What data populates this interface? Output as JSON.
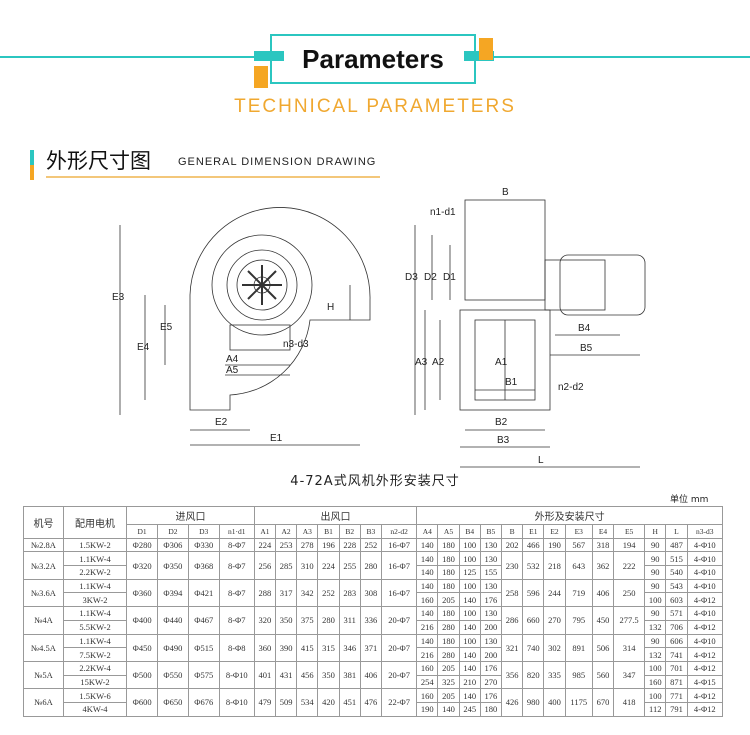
{
  "header": {
    "title": "Parameters",
    "subtitle": "TECHNICAL PARAMETERS"
  },
  "section": {
    "title_cn": "外形尺寸图",
    "title_en": "GENERAL DIMENSION DRAWING"
  },
  "drawing": {
    "left_labels": {
      "E3": "E3",
      "E4": "E4",
      "E5": "E5",
      "H": "H",
      "A4": "A4",
      "A5": "A5",
      "n3d3": "n3-d3",
      "E2": "E2",
      "E1": "E1"
    },
    "right_labels": {
      "B": "B",
      "n1d1": "n1-d1",
      "D3": "D3",
      "D2": "D2",
      "D1": "D1",
      "A3": "A3",
      "A2": "A2",
      "A1": "A1",
      "B1": "B1",
      "B2": "B2",
      "B3": "B3",
      "B4": "B4",
      "B5": "B5",
      "n2d2": "n2-d2",
      "L": "L"
    },
    "caption": "4-72A式风机外形安装尺寸"
  },
  "table": {
    "unit": "单位 mm",
    "groups": {
      "model": "机号",
      "motor": "配用电机",
      "inlet": "进风口",
      "outlet": "出风口",
      "overall": "外形及安装尺寸"
    },
    "columns": [
      "D1",
      "D2",
      "D3",
      "n1·d1",
      "A1",
      "A2",
      "A3",
      "B1",
      "B2",
      "B3",
      "n2-d2",
      "A4",
      "A5",
      "B4",
      "B5",
      "B",
      "E1",
      "E2",
      "E3",
      "E4",
      "E5",
      "H",
      "L",
      "n3-d3"
    ],
    "models": [
      {
        "model": "№2.8A",
        "shared": [
          "Φ280",
          "Φ306",
          "Φ330",
          "8-Φ7",
          "224",
          "253",
          "278",
          "196",
          "228",
          "252",
          "16-Φ7"
        ],
        "shared2": [
          "202",
          "466",
          "190",
          "567",
          "318",
          "194"
        ],
        "motors": [
          {
            "motor": "1.5KW-2",
            "a": [
              "140",
              "180",
              "100",
              "130"
            ],
            "b": [
              "90",
              "487",
              "4-Φ10"
            ]
          }
        ]
      },
      {
        "model": "№3.2A",
        "shared": [
          "Φ320",
          "Φ350",
          "Φ368",
          "8-Φ7",
          "256",
          "285",
          "310",
          "224",
          "255",
          "280",
          "16-Φ7"
        ],
        "shared2": [
          "230",
          "532",
          "218",
          "643",
          "362",
          "222"
        ],
        "motors": [
          {
            "motor": "1.1KW-4",
            "a": [
              "140",
              "180",
              "100",
              "130"
            ],
            "b": [
              "90",
              "515",
              "4-Φ10"
            ]
          },
          {
            "motor": "2.2KW-2",
            "a": [
              "140",
              "180",
              "125",
              "155"
            ],
            "b": [
              "90",
              "540",
              "4-Φ10"
            ]
          }
        ]
      },
      {
        "model": "№3.6A",
        "shared": [
          "Φ360",
          "Φ394",
          "Φ421",
          "8-Φ7",
          "288",
          "317",
          "342",
          "252",
          "283",
          "308",
          "16-Φ7"
        ],
        "shared2": [
          "258",
          "596",
          "244",
          "719",
          "406",
          "250"
        ],
        "motors": [
          {
            "motor": "1.1KW-4",
            "a": [
              "140",
              "180",
              "100",
              "130"
            ],
            "b": [
              "90",
              "543",
              "4-Φ10"
            ]
          },
          {
            "motor": "3KW-2",
            "a": [
              "160",
              "205",
              "140",
              "176"
            ],
            "b": [
              "100",
              "603",
              "4-Φ12"
            ]
          }
        ]
      },
      {
        "model": "№4A",
        "shared": [
          "Φ400",
          "Φ440",
          "Φ467",
          "8-Φ7",
          "320",
          "350",
          "375",
          "280",
          "311",
          "336",
          "20-Φ7"
        ],
        "shared2": [
          "286",
          "660",
          "270",
          "795",
          "450",
          "277.5"
        ],
        "motors": [
          {
            "motor": "1.1KW-4",
            "a": [
              "140",
              "180",
              "100",
              "130"
            ],
            "b": [
              "90",
              "571",
              "4-Φ10"
            ]
          },
          {
            "motor": "5.5KW-2",
            "a": [
              "216",
              "280",
              "140",
              "200"
            ],
            "b": [
              "132",
              "706",
              "4-Φ12"
            ]
          }
        ]
      },
      {
        "model": "№4.5A",
        "shared": [
          "Φ450",
          "Φ490",
          "Φ515",
          "8-Φ8",
          "360",
          "390",
          "415",
          "315",
          "346",
          "371",
          "20-Φ7"
        ],
        "shared2": [
          "321",
          "740",
          "302",
          "891",
          "506",
          "314"
        ],
        "motors": [
          {
            "motor": "1.1KW-4",
            "a": [
              "140",
              "180",
              "100",
              "130"
            ],
            "b": [
              "90",
              "606",
              "4-Φ10"
            ]
          },
          {
            "motor": "7.5KW-2",
            "a": [
              "216",
              "280",
              "140",
              "200"
            ],
            "b": [
              "132",
              "741",
              "4-Φ12"
            ]
          }
        ]
      },
      {
        "model": "№5A",
        "shared": [
          "Φ500",
          "Φ550",
          "Φ575",
          "8-Φ10",
          "401",
          "431",
          "456",
          "350",
          "381",
          "406",
          "20-Φ7"
        ],
        "shared2": [
          "356",
          "820",
          "335",
          "985",
          "560",
          "347"
        ],
        "motors": [
          {
            "motor": "2.2KW-4",
            "a": [
              "160",
              "205",
              "140",
              "176"
            ],
            "b": [
              "100",
              "701",
              "4-Φ12"
            ]
          },
          {
            "motor": "15KW-2",
            "a": [
              "254",
              "325",
              "210",
              "270"
            ],
            "b": [
              "160",
              "871",
              "4-Φ15"
            ]
          }
        ]
      },
      {
        "model": "№6A",
        "shared": [
          "Φ600",
          "Φ650",
          "Φ676",
          "8-Φ10",
          "479",
          "509",
          "534",
          "420",
          "451",
          "476",
          "22-Φ7"
        ],
        "shared2": [
          "426",
          "980",
          "400",
          "1175",
          "670",
          "418"
        ],
        "motors": [
          {
            "motor": "1.5KW-6",
            "a": [
              "160",
              "205",
              "140",
              "176"
            ],
            "b": [
              "100",
              "771",
              "4-Φ12"
            ]
          },
          {
            "motor": "4KW-4",
            "a": [
              "190",
              "140",
              "245",
              "180"
            ],
            "b": [
              "112",
              "791",
              "4-Φ12"
            ]
          }
        ]
      }
    ]
  }
}
